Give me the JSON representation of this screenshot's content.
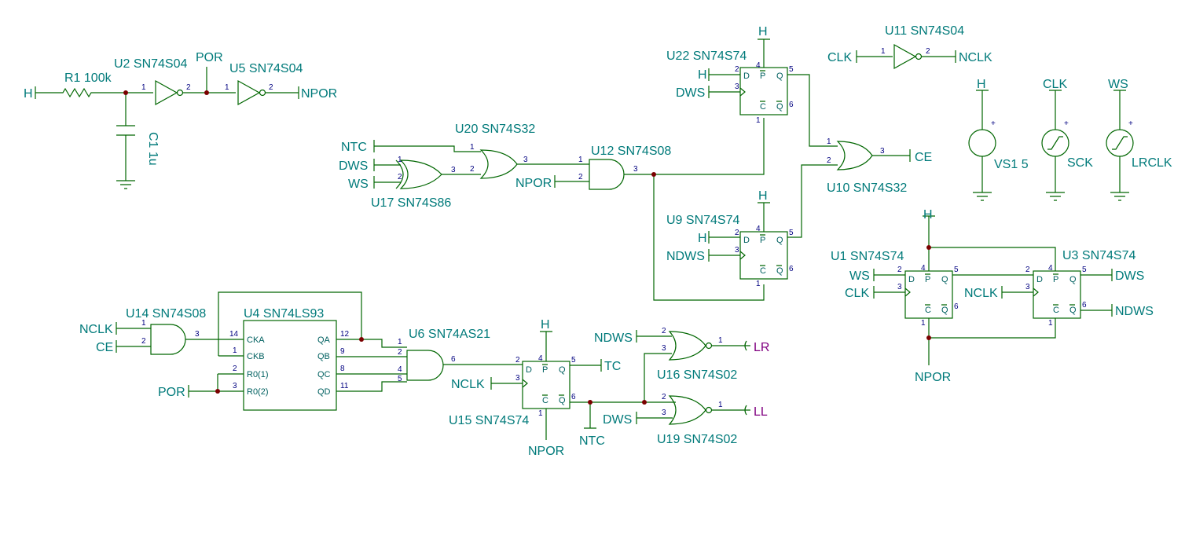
{
  "components": {
    "r1": "R1 100k",
    "c1": "C1 1u",
    "u2": "U2 SN74S04",
    "u5": "U5 SN74S04",
    "u11": "U11 SN74S04",
    "u20": "U20 SN74S32",
    "u17": "U17 SN74S86",
    "u12": "U12 SN74S08",
    "u22": "U22 SN74S74",
    "u9": "U9 SN74S74",
    "u10": "U10 SN74S32",
    "u1": "U1 SN74S74",
    "u3": "U3 SN74S74",
    "u14": "U14 SN74S08",
    "u4": "U4 SN74LS93",
    "u6": "U6 SN74AS21",
    "u15": "U15 SN74S74",
    "u16": "U16 SN74S02",
    "u19": "U19 SN74S02",
    "vs1": "VS1 5",
    "sck": "SCK",
    "lrclk": "LRCLK"
  },
  "nets": {
    "h": "H",
    "por": "POR",
    "npor": "NPOR",
    "clk": "CLK",
    "nclk": "NCLK",
    "ntc": "NTC",
    "dws": "DWS",
    "ws": "WS",
    "ndws": "NDWS",
    "ce": "CE",
    "tc": "TC",
    "lr": "LR",
    "ll": "LL"
  },
  "ff_pins": {
    "d": "D",
    "pre": "P",
    "q": "Q",
    "clr": "C",
    "qn": "Q"
  },
  "counter_pins": {
    "cka": "CKA",
    "ckb": "CKB",
    "r01": "R0(1)",
    "r02": "R0(2)",
    "qa": "QA",
    "qb": "QB",
    "qc": "QC",
    "qd": "QD"
  },
  "pin_numbers": {
    "p1": "1",
    "p2": "2",
    "p3": "3",
    "p4": "4",
    "p5": "5",
    "p6": "6",
    "p8": "8",
    "p9": "9",
    "p11": "11",
    "p12": "12",
    "p14": "14"
  },
  "source_marks": {
    "plus": "+"
  }
}
